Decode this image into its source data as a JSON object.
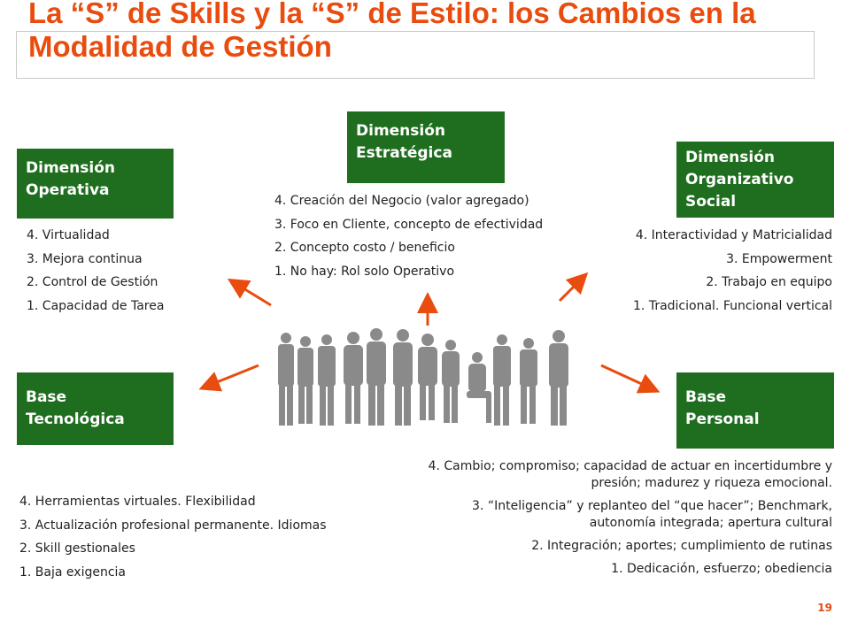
{
  "title": "La “S” de Skills y la “S” de Estilo: los Cambios en la Modalidad de Gestión",
  "colors": {
    "title": "#e84c0e",
    "box": "#1f6e1f",
    "arrow": "#e84c0e",
    "people": "#8a8a8a"
  },
  "estrategica": {
    "label": "Dimensión\nEstratégica",
    "items": [
      "4. Creación del Negocio (valor agregado)",
      "3. Foco en Cliente, concepto de efectividad",
      "2. Concepto costo /  beneficio",
      "1. No hay: Rol solo Operativo"
    ]
  },
  "operativa": {
    "label": "Dimensión\nOperativa",
    "items": [
      "4. Virtualidad",
      "3. Mejora continua",
      "2. Control de Gestión",
      "1. Capacidad de Tarea"
    ]
  },
  "organizativo": {
    "label": "Dimensión\nOrganizativo\nSocial",
    "items": [
      "4. Interactividad y Matricialidad",
      "3. Empowerment",
      "2. Trabajo en equipo",
      "1. Tradicional. Funcional vertical"
    ]
  },
  "tecnologica": {
    "label": "Base\nTecnológica",
    "items": [
      "4. Herramientas virtuales. Flexibilidad",
      "3. Actualización profesional permanente. Idiomas",
      "2. Skill gestionales",
      "1. Baja exigencia"
    ]
  },
  "personal": {
    "label": "Base\nPersonal",
    "items": [
      "4. Cambio; compromiso; capacidad de actuar en incertidumbre y presión; madurez y riqueza emocional.",
      "3. “Inteligencia” y replanteo del “que hacer”; Benchmark, autonomía integrada; apertura cultural",
      "2. Integración; aportes; cumplimiento de rutinas",
      "1. Dedicación, esfuerzo; obediencia"
    ]
  },
  "page_number": "19"
}
